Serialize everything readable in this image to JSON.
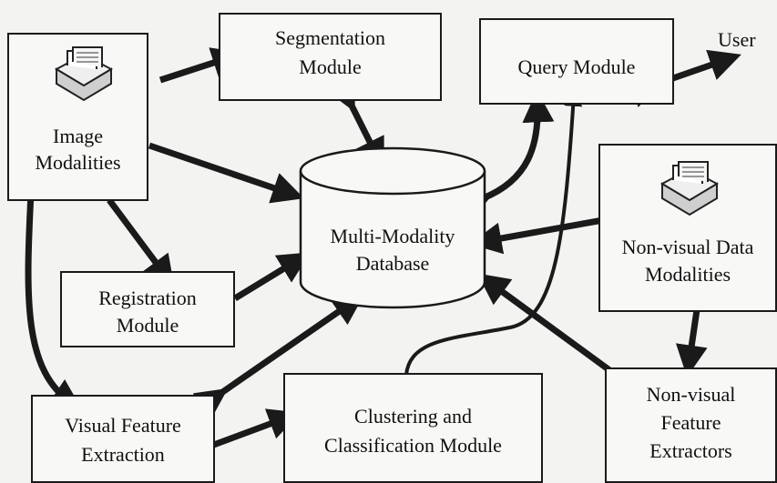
{
  "nodes": {
    "image_modalities": {
      "line1": "Image",
      "line2": "Modalities"
    },
    "segmentation": {
      "line1": "Segmentation",
      "line2": "Module"
    },
    "query": {
      "label": "Query Module"
    },
    "user": {
      "label": "User"
    },
    "database": {
      "line1": "Multi-Modality",
      "line2": "Database"
    },
    "nonvisual_data": {
      "line1": "Non-visual Data",
      "line2": "Modalities"
    },
    "registration": {
      "line1": "Registration",
      "line2": "Module"
    },
    "visual_feature": {
      "line1": "Visual Feature",
      "line2": "Extraction"
    },
    "clustering": {
      "line1": "Clustering and",
      "line2": "Classification Module"
    },
    "nonvisual_feature": {
      "line1": "Non-visual",
      "line2": "Feature",
      "line3": "Extractors"
    }
  },
  "icons": [
    "stack-icon",
    "stack-icon"
  ],
  "colors": {
    "line": "#1a1a1a",
    "background": "#f3f3f1"
  }
}
